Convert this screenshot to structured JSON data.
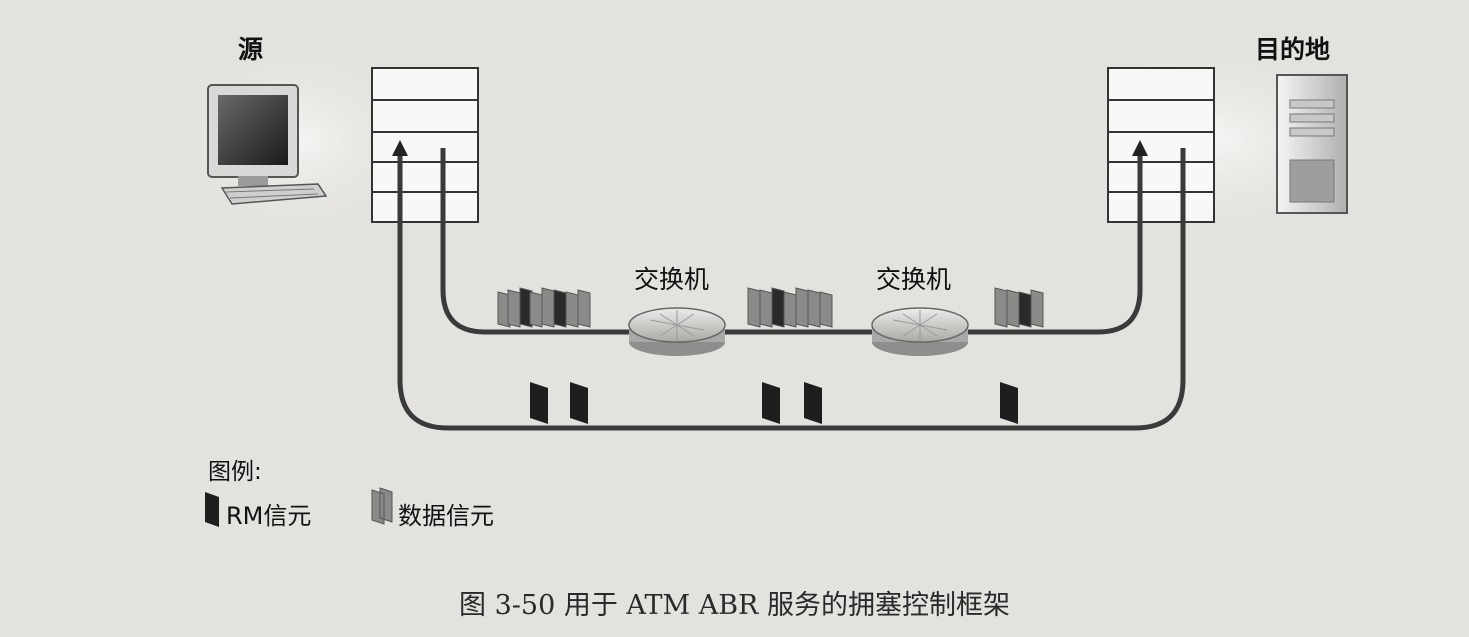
{
  "labels": {
    "source": "源",
    "destination": "目的地",
    "switch_1": "交换机",
    "switch_2": "交换机"
  },
  "legend": {
    "title": "图例:",
    "rm_cell": "RM信元",
    "data_cell": "数据信元"
  },
  "caption": "图 3-50   用于 ATM ABR 服务的拥塞控制框架",
  "colors": {
    "rm_cell": "#1e1e1e",
    "data_cell": "#8a8a88",
    "line": "#3a3a3a",
    "switch_fill": "#c8c8c6"
  },
  "icons": [
    "computer-icon",
    "server-tower-icon",
    "network-switch-icon"
  ]
}
